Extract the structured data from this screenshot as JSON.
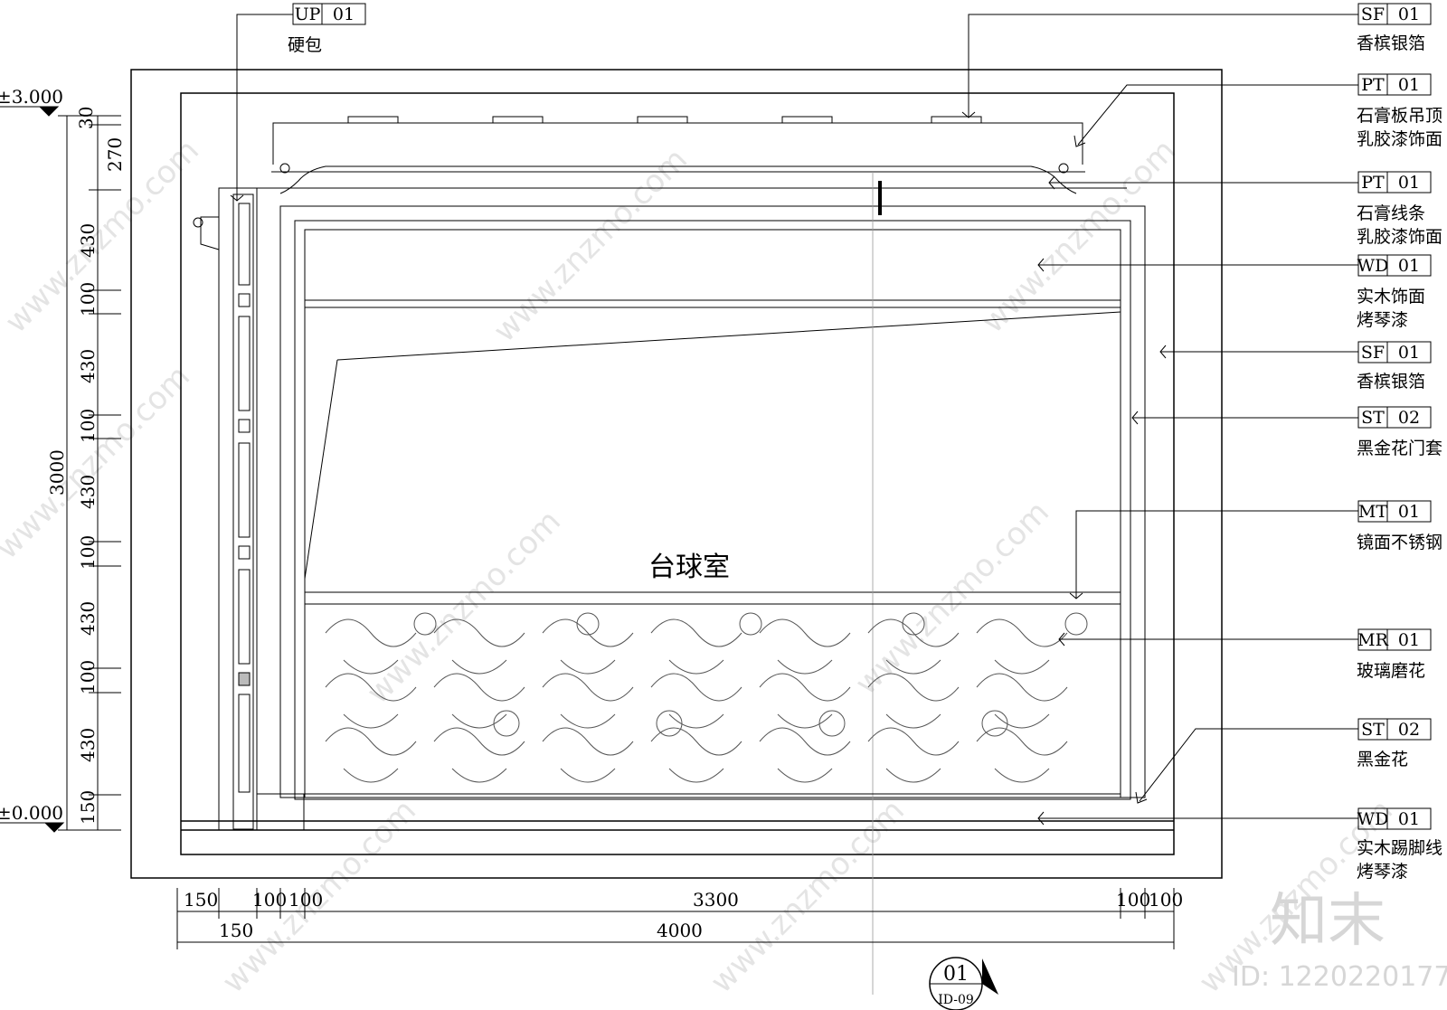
{
  "tags": [
    {
      "code": "UP",
      "num": "01",
      "l1": "硬包",
      "l2": ""
    },
    {
      "code": "SF",
      "num": "01",
      "l1": "香槟银箔",
      "l2": ""
    },
    {
      "code": "PT",
      "num": "01",
      "l1": "石膏板吊顶",
      "l2": "乳胶漆饰面"
    },
    {
      "code": "PT",
      "num": "01",
      "l1": "石膏线条",
      "l2": "乳胶漆饰面"
    },
    {
      "code": "WD",
      "num": "01",
      "l1": "实木饰面",
      "l2": "烤琴漆"
    },
    {
      "code": "SF",
      "num": "01",
      "l1": "香槟银箔",
      "l2": ""
    },
    {
      "code": "ST",
      "num": "02",
      "l1": "黑金花门套",
      "l2": ""
    },
    {
      "code": "MT",
      "num": "01",
      "l1": "镜面不锈钢",
      "l2": ""
    },
    {
      "code": "MR",
      "num": "01",
      "l1": "玻璃磨花",
      "l2": ""
    },
    {
      "code": "ST",
      "num": "02",
      "l1": "黑金花",
      "l2": ""
    },
    {
      "code": "WD",
      "num": "01",
      "l1": "实木踢脚线",
      "l2": "烤琴漆"
    }
  ],
  "levels": {
    "top": "±3.000",
    "bottom": "±0.000"
  },
  "vertical_dims": [
    "30",
    "270",
    "430",
    "100",
    "430",
    "100",
    "430",
    "100",
    "430",
    "100",
    "430",
    "150"
  ],
  "total_height": "3000",
  "horizontal_dims": [
    "150",
    "100",
    "100",
    "3300",
    "100",
    "100"
  ],
  "sub_dim": "150",
  "total_width": "4000",
  "room_label": "台球室",
  "section_marker": {
    "num": "01",
    "sheet": "ID-09"
  },
  "watermark": {
    "brand": "知末",
    "site": "www.znzmo.com",
    "id_text": "ID: 1220220177"
  }
}
